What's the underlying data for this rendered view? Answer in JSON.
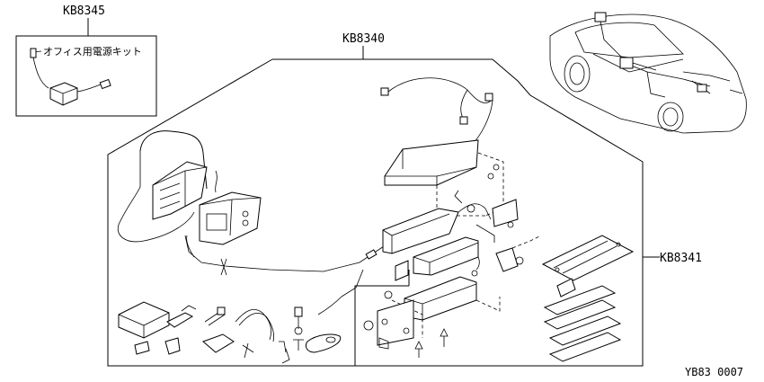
{
  "callouts": {
    "kb8345": "KB8345",
    "kb8340": "KB8340",
    "kb8341": "KB8341"
  },
  "office_kit_label": "オフィス用電源キット",
  "figure_code": "YB83 0007"
}
